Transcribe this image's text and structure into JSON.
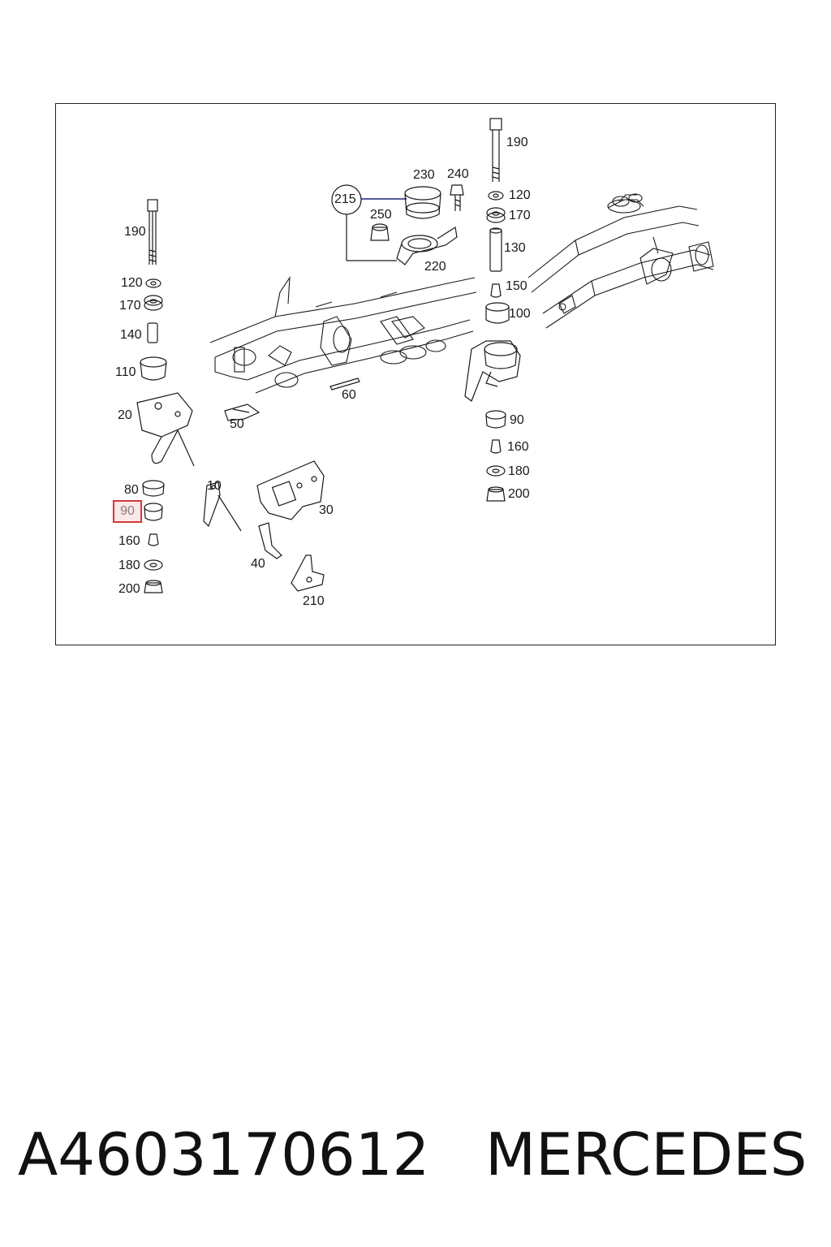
{
  "diagram": {
    "labels": {
      "l190a": "190",
      "l120a": "120",
      "l170a": "170",
      "l140": "140",
      "l110": "110",
      "l20": "20",
      "l80": "80",
      "l160a": "160",
      "l180a": "180",
      "l200a": "200",
      "l10": "10",
      "l50": "50",
      "l60": "60",
      "l30": "30",
      "l40": "40",
      "l210": "210",
      "l215": "215",
      "l230": "230",
      "l240": "240",
      "l250": "250",
      "l220": "220",
      "l190b": "190",
      "l120b": "120",
      "l170b": "170",
      "l130": "130",
      "l150": "150",
      "l100": "100",
      "l90b": "90",
      "l160b": "160",
      "l180b": "180",
      "l200b": "200"
    },
    "highlighted_label": "90",
    "highlight_color": "#d43a3a",
    "line_color": "#1a1a1a",
    "callout_color": "#1a237e"
  },
  "footer": {
    "part_number": "A4603170612",
    "brand": "MERCEDES"
  }
}
